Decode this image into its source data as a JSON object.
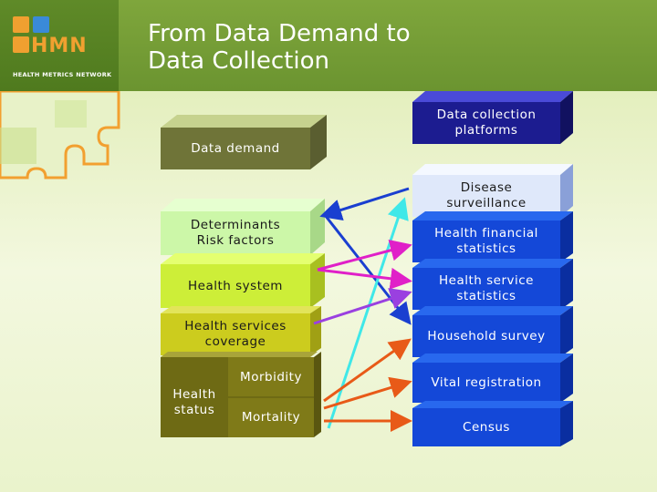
{
  "header": {
    "title_line1": "From Data Demand to",
    "title_line2": "Data Collection",
    "logo_text": "HMN",
    "logo_subtitle": "HEALTH METRICS NETWORK"
  },
  "demand": {
    "header": "Data demand",
    "items": [
      {
        "label": "Determinants\nRisk factors",
        "color": "#ccf7a8"
      },
      {
        "label": "Health system",
        "color": "#cdee38"
      },
      {
        "label": "Health services\ncoverage",
        "color": "#cccc1e"
      },
      {
        "label": "Health\nstatus",
        "color": "#7f7a18"
      },
      {
        "label": "Morbidity",
        "color": "#7f7a18"
      },
      {
        "label": "Mortality",
        "color": "#7f7a18"
      }
    ]
  },
  "platforms": {
    "header": "Data collection\nplatforms",
    "items": [
      {
        "label": "Disease\nsurveillance"
      },
      {
        "label": "Health financial\nstatistics"
      },
      {
        "label": "Health service\nstatistics"
      },
      {
        "label": "Household survey"
      },
      {
        "label": "Vital registration"
      },
      {
        "label": "Census"
      }
    ]
  },
  "colors": {
    "arrow_blue": "#1a3fd0",
    "arrow_cyan": "#3fe8e8",
    "arrow_magenta": "#e020c8",
    "arrow_purple": "#9a40e0",
    "arrow_orange": "#e85a18"
  }
}
